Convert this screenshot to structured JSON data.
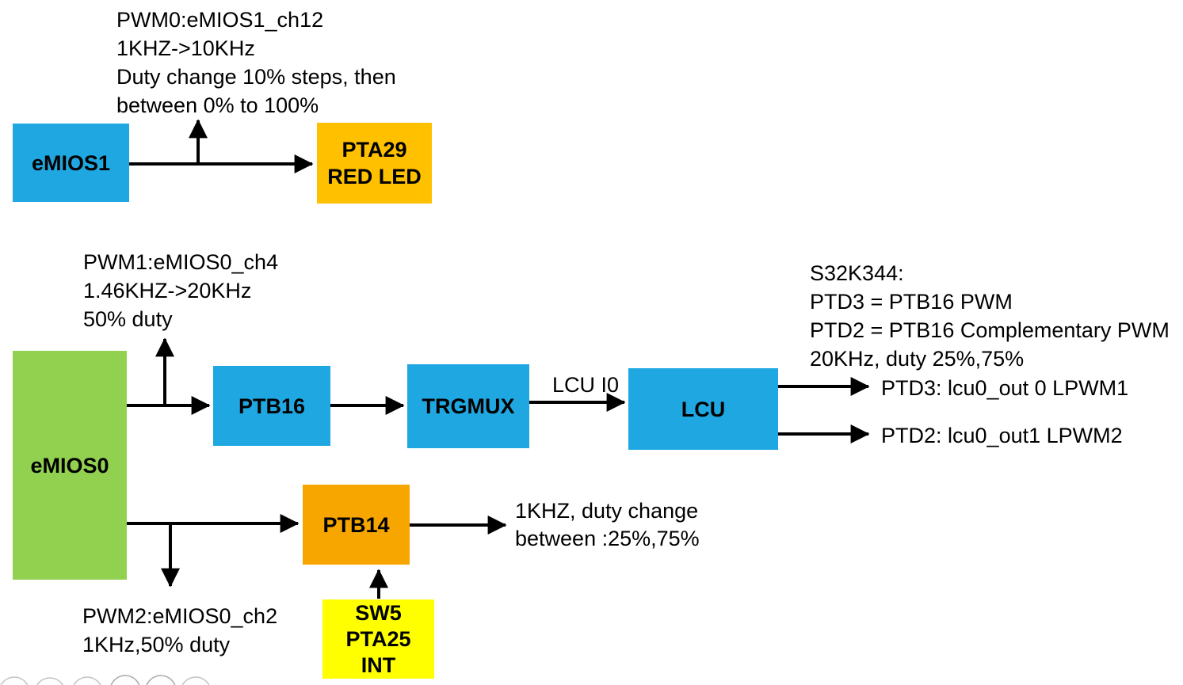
{
  "diagram": {
    "boxes": {
      "emios1": {
        "label": "eMIOS1"
      },
      "pta29": {
        "lines": [
          "PTA29",
          "RED LED"
        ]
      },
      "emios0": {
        "label": "eMIOS0"
      },
      "ptb16": {
        "label": "PTB16"
      },
      "trgmux": {
        "label": "TRGMUX"
      },
      "lcu": {
        "label": "LCU"
      },
      "ptb14": {
        "label": "PTB14"
      },
      "sw5": {
        "lines": [
          "SW5",
          "PTA25",
          "INT"
        ]
      }
    },
    "annotations": {
      "pwm0": {
        "lines": [
          "PWM0:eMIOS1_ch12",
          "1KHZ->10KHz",
          "Duty change 10% steps, then",
          "between 0% to 100%"
        ]
      },
      "pwm1": {
        "lines": [
          "PWM1:eMIOS0_ch4",
          "1.46KHZ->20KHz",
          "50% duty"
        ]
      },
      "s32k344": {
        "lines": [
          "S32K344:",
          "PTD3 = PTB16 PWM",
          "PTD2 = PTB16 Complementary PWM",
          "20KHz, duty 25%,75%"
        ]
      },
      "lcu_i0": {
        "text": "LCU I0"
      },
      "ptd3_out": {
        "text": "PTD3: lcu0_out 0 LPWM1"
      },
      "ptd2_out": {
        "text": "PTD2: lcu0_out1 LPWM2"
      },
      "ptb14_out": {
        "lines": [
          "1KHZ, duty change",
          "between :25%,75%"
        ]
      },
      "pwm2": {
        "lines": [
          "PWM2:eMIOS0_ch2",
          "1KHz,50% duty"
        ]
      }
    },
    "colors": {
      "blue": "#1FA7E1",
      "green": "#92D050",
      "gold": "#FFC000",
      "orange": "#F7A600",
      "yellow": "#FFFF00",
      "wire": "#000000"
    }
  }
}
